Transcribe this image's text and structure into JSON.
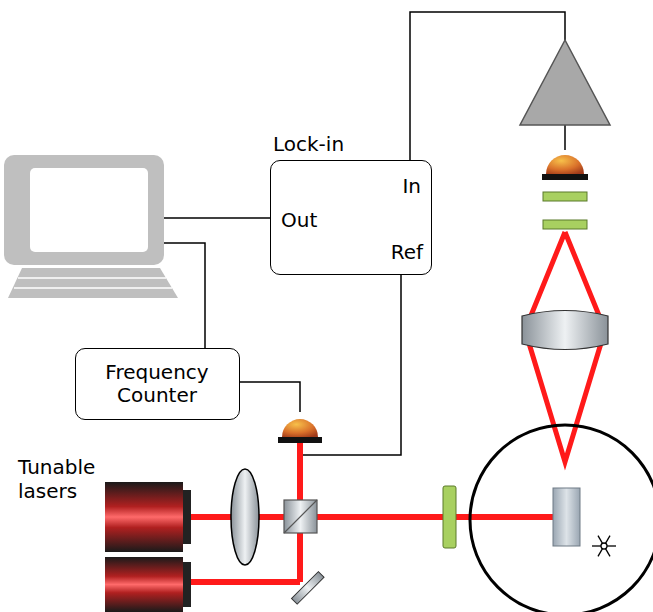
{
  "diagram": {
    "nodes": [
      {
        "text": [
          "Lock-in",
          "In",
          "Out",
          "Ref"
        ]
      },
      {
        "text": [
          "Frequency Counter"
        ]
      }
    ],
    "labels": [
      "Tunable lasers"
    ]
  }
}
